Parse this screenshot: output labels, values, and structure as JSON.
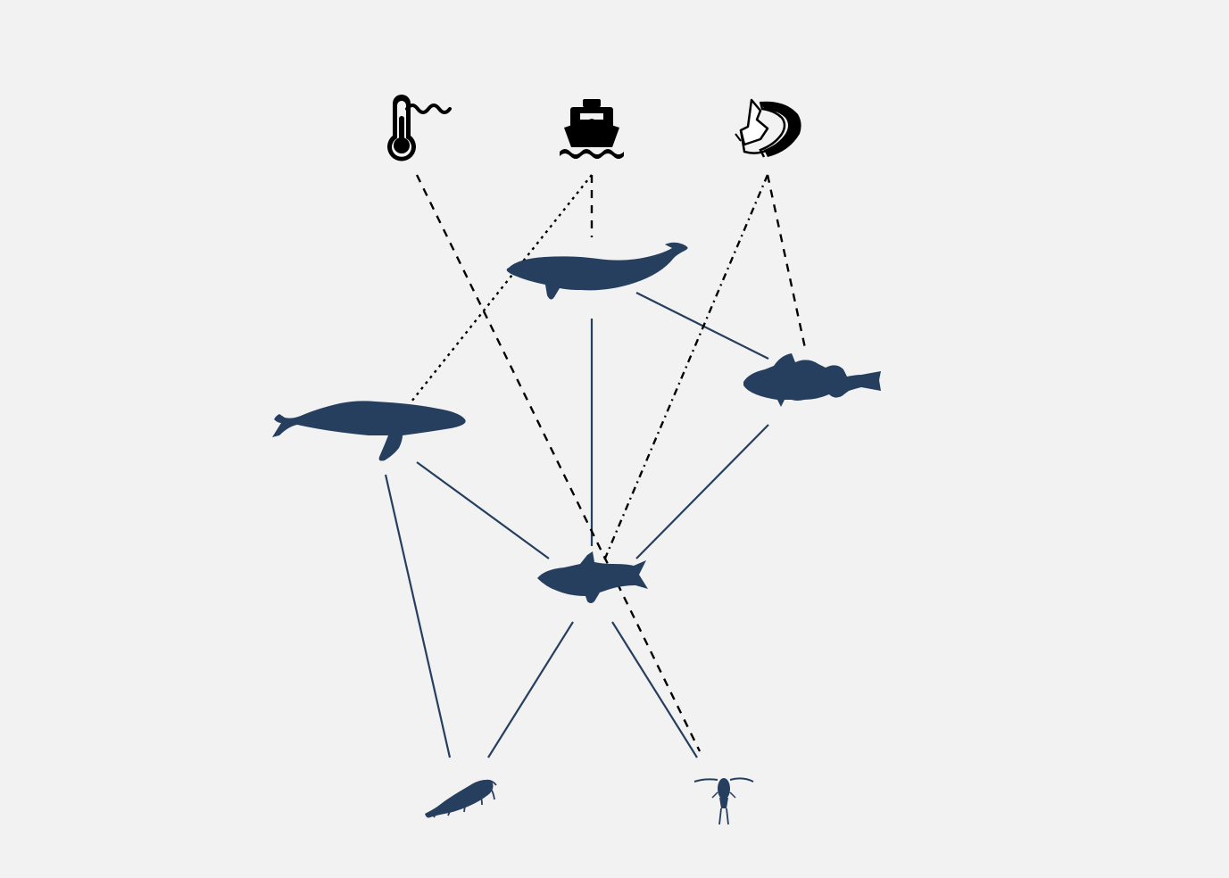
{
  "colors": {
    "background": "#f2f2f2",
    "species": "#263f5f",
    "stressor": "#000000"
  },
  "stressors": [
    {
      "id": "temperature",
      "icon": "thermometer-wave-icon"
    },
    {
      "id": "shipping",
      "icon": "ship-icon"
    },
    {
      "id": "fishing",
      "icon": "fishing-net-icon"
    }
  ],
  "species": [
    {
      "id": "bowhead-whale",
      "icon": "bowhead-whale-icon"
    },
    {
      "id": "humpback-whale",
      "icon": "humpback-whale-icon"
    },
    {
      "id": "cod",
      "icon": "cod-icon"
    },
    {
      "id": "capelin",
      "icon": "capelin-icon"
    },
    {
      "id": "krill",
      "icon": "krill-icon"
    },
    {
      "id": "copepod",
      "icon": "copepod-icon"
    }
  ],
  "trophic_links": [
    {
      "from": "bowhead-whale",
      "to": "cod"
    },
    {
      "from": "bowhead-whale",
      "to": "capelin"
    },
    {
      "from": "humpback-whale",
      "to": "capelin"
    },
    {
      "from": "humpback-whale",
      "to": "krill"
    },
    {
      "from": "cod",
      "to": "capelin"
    },
    {
      "from": "capelin",
      "to": "krill"
    },
    {
      "from": "capelin",
      "to": "copepod"
    }
  ],
  "stressor_links": [
    {
      "from": "temperature",
      "to": "copepod",
      "style": "dashed"
    },
    {
      "from": "shipping",
      "to": "bowhead-whale",
      "style": "dashed"
    },
    {
      "from": "shipping",
      "to": "humpback-whale",
      "style": "dotted"
    },
    {
      "from": "fishing",
      "to": "cod",
      "style": "dashed"
    },
    {
      "from": "fishing",
      "to": "capelin",
      "style": "dashdot"
    }
  ]
}
